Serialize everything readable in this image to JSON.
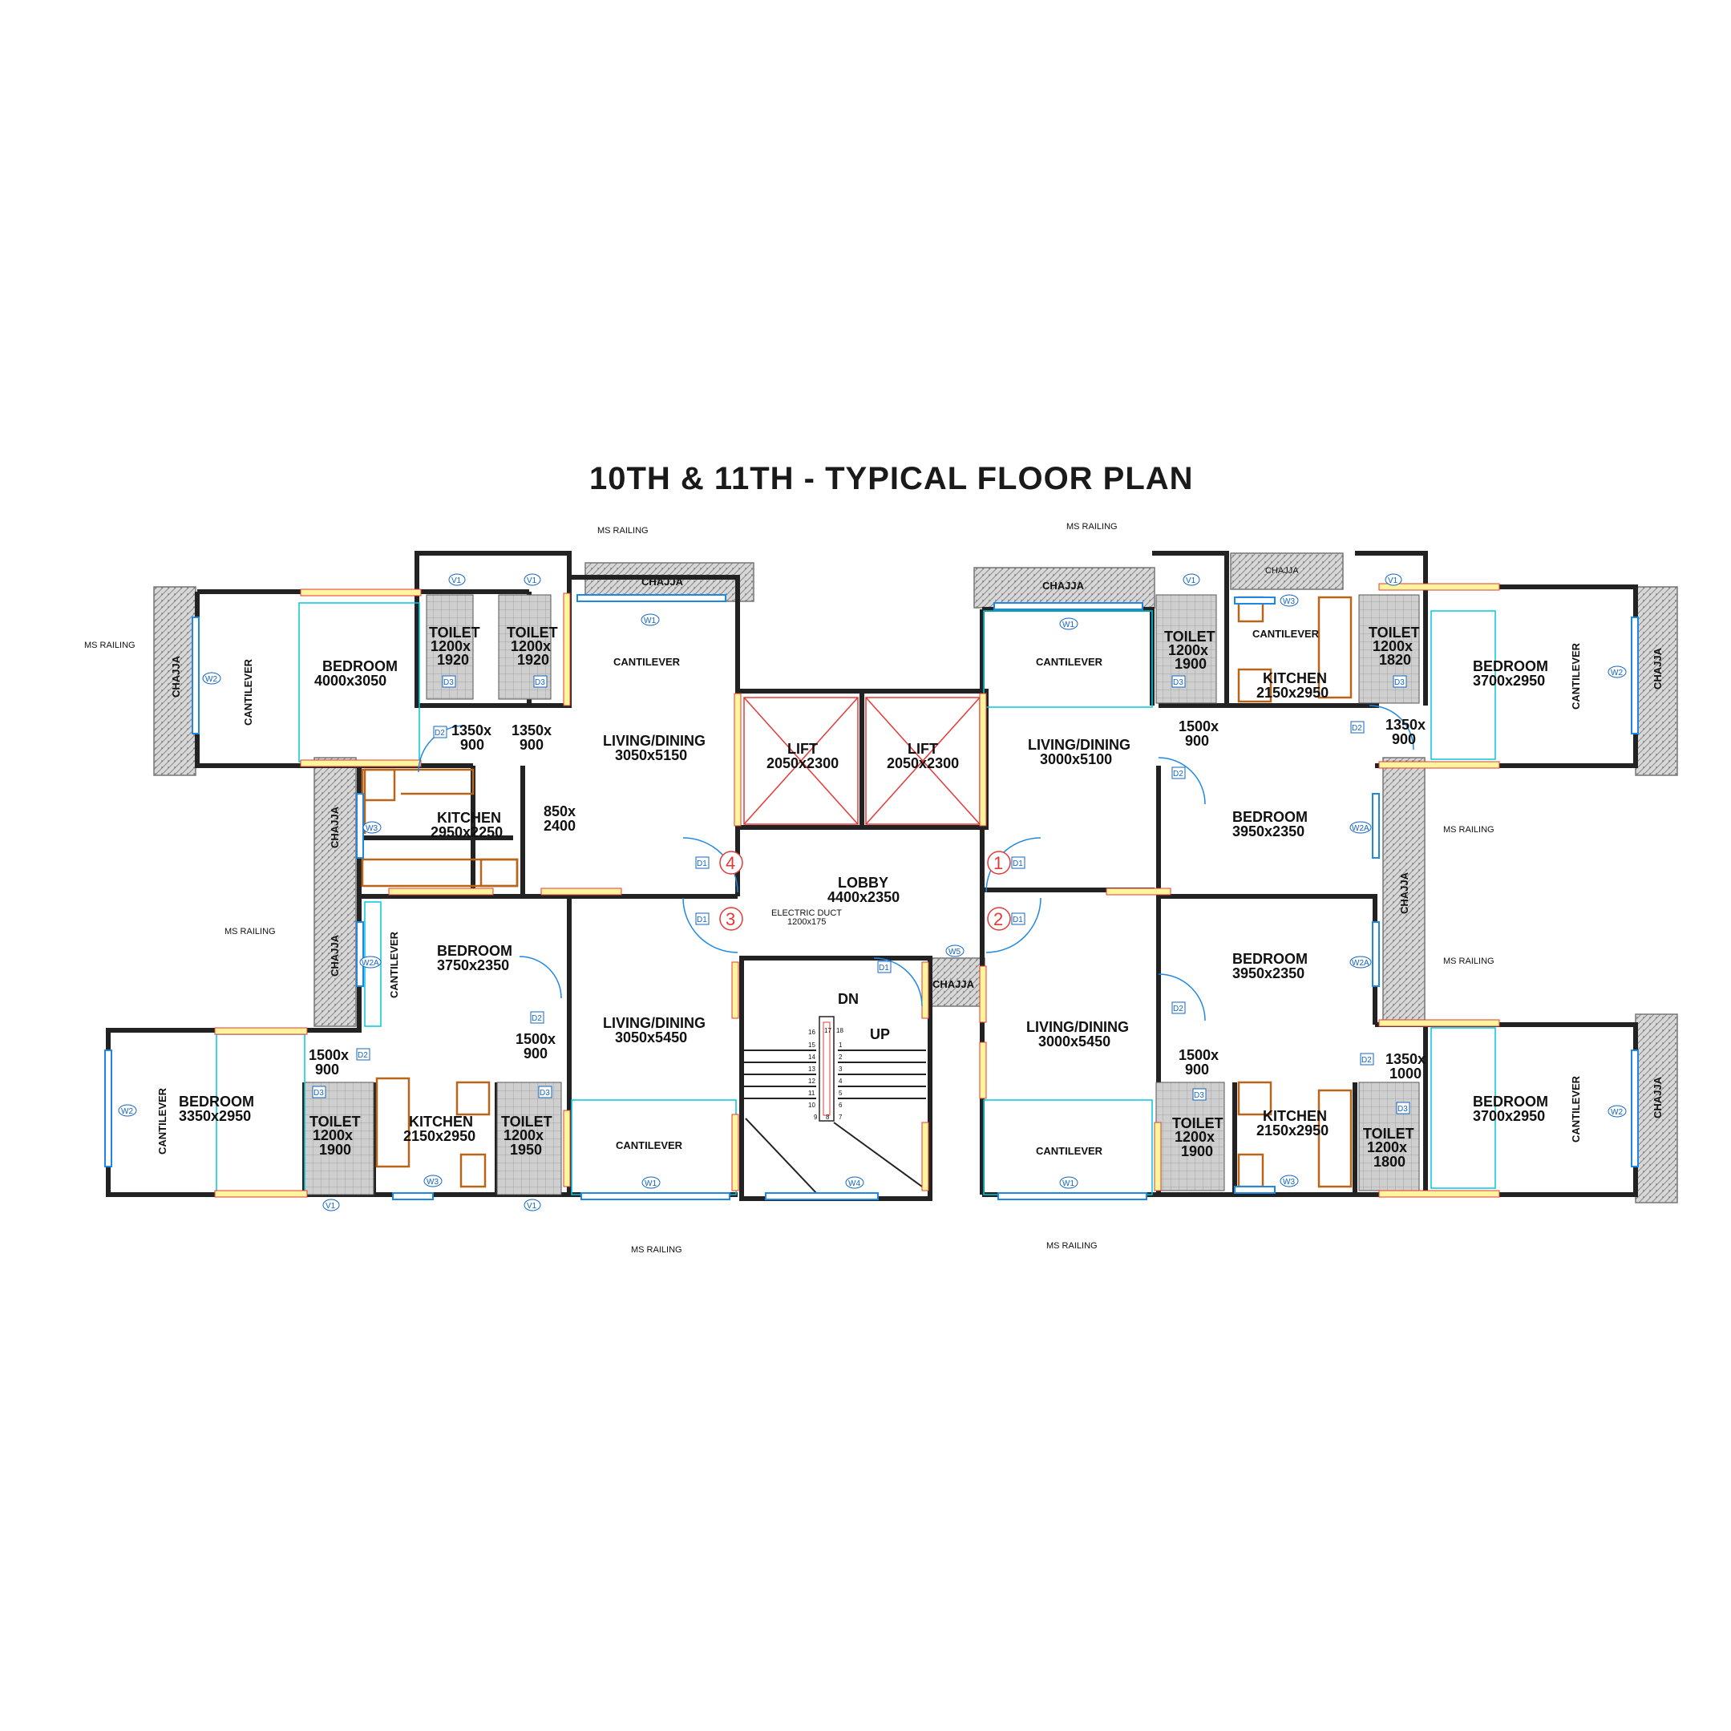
{
  "title": "10TH & 11TH - TYPICAL FLOOR PLAN",
  "labels": {
    "ms_railing": "MS RAILING",
    "chajja": "CHAJJA",
    "cantilever": "CANTILEVER",
    "bedroom": "BEDROOM",
    "toilet": "TOILET",
    "kitchen": "KITCHEN",
    "living": "LIVING/DINING",
    "lift": "LIFT",
    "lobby": "LOBBY",
    "electric_duct": "ELECTRIC DUCT",
    "dn": "DN",
    "up": "UP"
  },
  "dims": {
    "bed_tl": "4000x3050",
    "bed_l_mid": "3750x2350",
    "bed_bl": "3350x2950",
    "bed_tr": "3700x2950",
    "bed_r_upper": "3950x2350",
    "bed_r_lower": "3950x2350",
    "bed_br": "3700x2950",
    "toilet_tl1": [
      "1200x",
      "1920"
    ],
    "toilet_tl2": [
      "1200x",
      "1920"
    ],
    "toilet_bl1": [
      "1200x",
      "1900"
    ],
    "toilet_bl2": [
      "1200x",
      "1950"
    ],
    "toilet_tr1": [
      "1200x",
      "1900"
    ],
    "toilet_tr2": [
      "1200x",
      "1820"
    ],
    "toilet_br1": [
      "1200x",
      "1900"
    ],
    "toilet_br2": [
      "1200x",
      "1800"
    ],
    "kitchen_tl": "2950x2250",
    "kitchen_bl": "2150x2950",
    "kitchen_tr": "2150x2950",
    "kitchen_br": "2150x2950",
    "living_tl": "3050x5150",
    "living_bl": "3050x5450",
    "living_tr": "3000x5100",
    "living_br": "3000x5450",
    "lift1": "2050x2300",
    "lift2": "2050x2300",
    "lobby": "4400x2350",
    "duct": "1200x175",
    "p1": [
      "1350x",
      "900"
    ],
    "p2": [
      "1350x",
      "900"
    ],
    "p3": [
      "850x",
      "2400"
    ],
    "p4": [
      "1500x",
      "900"
    ],
    "p5": [
      "1500x",
      "900"
    ],
    "p6": [
      "1500x",
      "900"
    ],
    "p7": [
      "1350x",
      "900"
    ],
    "p8": [
      "1500x",
      "900"
    ],
    "p9": [
      "1350x",
      "1000"
    ]
  },
  "tags": {
    "d1": "D1",
    "d2": "D2",
    "d3": "D3",
    "w1": "W1",
    "w2": "W2",
    "w2a": "W2A",
    "w3": "W3",
    "w4": "W4",
    "w5": "W5",
    "v1": "V1"
  },
  "flat_numbers": [
    "1",
    "2",
    "3",
    "4"
  ],
  "stairs": {
    "left": [
      "16",
      "15",
      "14",
      "13",
      "12",
      "11",
      "10",
      "9"
    ],
    "top": [
      "17",
      "18"
    ],
    "right": [
      "1",
      "2",
      "3",
      "4",
      "5",
      "6",
      "7",
      "8"
    ]
  },
  "colors": {
    "wall": "#222222",
    "window": "#1e88e5",
    "cyan_line": "#00c8e0",
    "red_x": "#e53935",
    "furniture": "#b8651a",
    "beam_fill": "#fff59d"
  }
}
